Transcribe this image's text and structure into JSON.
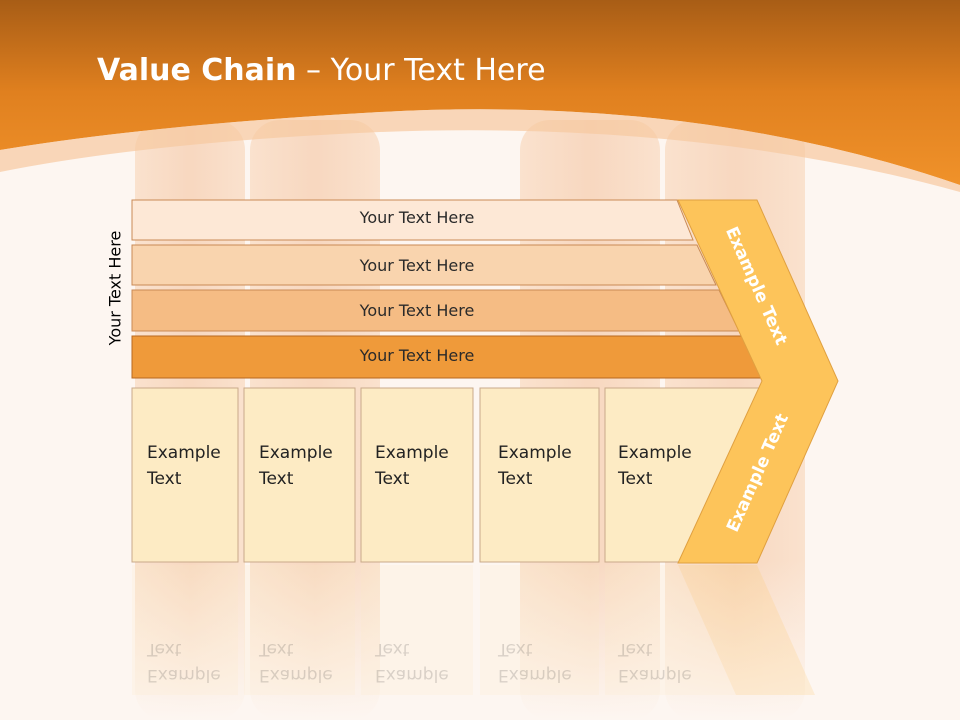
{
  "title": {
    "bold": "Value Chain",
    "rest": " – Your Text Here"
  },
  "side_label": "Your Text Here",
  "bars": [
    {
      "label": "Your Text Here",
      "color": "#fde8d6"
    },
    {
      "label": "Your Text Here",
      "color": "#f9d4ae"
    },
    {
      "label": "Your Text Here",
      "color": "#f5bc84"
    },
    {
      "label": "Your Text Here",
      "color": "#ef9a3a"
    }
  ],
  "boxes": [
    {
      "line1": "Example",
      "line2": "Text"
    },
    {
      "line1": "Example",
      "line2": "Text"
    },
    {
      "line1": "Example",
      "line2": "Text"
    },
    {
      "line1": "Example",
      "line2": "Text"
    },
    {
      "line1": "Example",
      "line2": "Text"
    }
  ],
  "chevron": {
    "upper_text": "Example Text",
    "lower_text": "Example Text",
    "color": "#fdc45a"
  },
  "colors": {
    "header": "#e98a26",
    "header_dark": "#b66314",
    "box": "#fdebc4"
  }
}
